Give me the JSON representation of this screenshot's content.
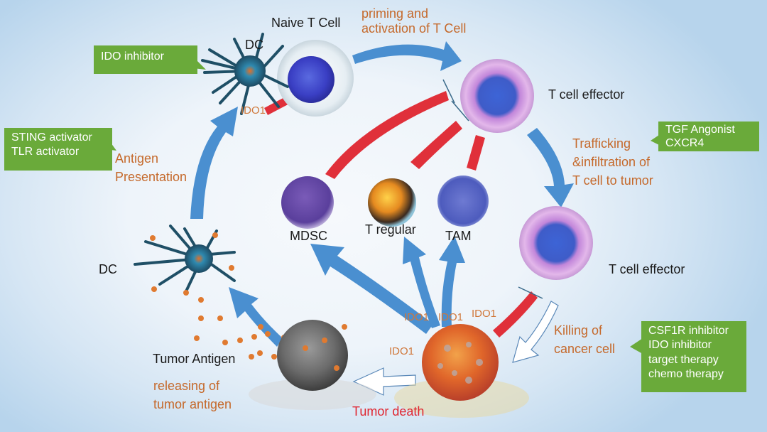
{
  "diagram": {
    "title_nodes": {
      "naive_t_cell": "Naive T Cell",
      "dc_top": "DC",
      "t_cell_effector_top": "T cell effector",
      "t_cell_effector_bottom": "T cell effector",
      "dc_left": "DC",
      "tumor_antigen": "Tumor Antigen",
      "mdsc": "MDSC",
      "t_regular": "T regular",
      "tam": "TAM"
    },
    "process_labels": {
      "priming": [
        "priming and",
        "activation of T Cell"
      ],
      "trafficking": [
        "Trafficking",
        "&infiltration of",
        "T cell to tumor"
      ],
      "antigen_presentation": [
        "Antigen",
        "Presentation"
      ],
      "killing": [
        "Killing of",
        "cancer cell"
      ],
      "releasing": [
        "releasing of",
        "tumor antigen"
      ],
      "tumor_death": "Tumor death"
    },
    "ido_labels": {
      "dc": "IDO1",
      "tumor_1": "IDO1",
      "tumor_2": "IDO1",
      "tumor_3": "IDO1",
      "tumor_4": "IDO1"
    },
    "callouts": {
      "ido_inhibitor": [
        "IDO inhibitor"
      ],
      "sting": [
        "STING activator",
        "TLR activator"
      ],
      "tgf": [
        "TGF Angonist",
        "CXCR4"
      ],
      "csf1r": [
        "CSF1R inhibitor",
        "IDO inhibitor",
        "target therapy",
        "chemo therapy"
      ]
    },
    "colors": {
      "activation_arrow": "#4a8fd0",
      "inhibition_bar": "#e0303a",
      "callout_bg": "#6aaa3a",
      "process_text": "#c5692b",
      "death_text": "#e0252f",
      "antigen_dot": "#e07a30"
    }
  }
}
